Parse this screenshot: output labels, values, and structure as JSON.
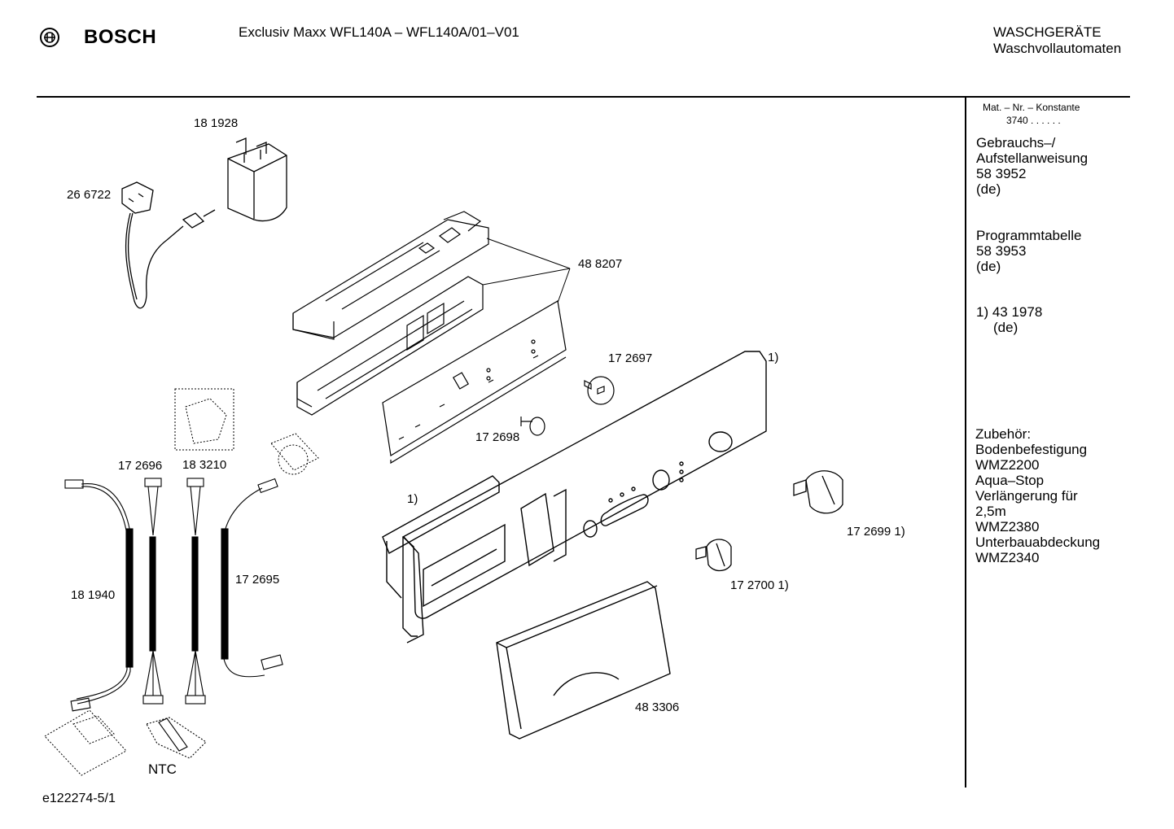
{
  "header": {
    "brand": "BOSCH",
    "model_line": "Exclusiv Maxx WFL140A  – WFL140A/01–V01",
    "category": "WASCHGERÄTE",
    "subcategory": "Waschvollautomaten"
  },
  "sidebar": {
    "mat_label": "Mat. – Nr. – Konstante",
    "mat_value": "3740  .  .   .  .  .  .",
    "manual_title_1": "Gebrauchs–/",
    "manual_title_2": "Aufstellanweisung",
    "manual_number": "58 3952",
    "manual_lang": "(de)",
    "program_title": "Programmtabelle",
    "program_number": "58 3953",
    "program_lang": "(de)",
    "note_number": "1) 43 1978",
    "note_lang": "(de)",
    "accessories": [
      "Zubehör:",
      "Bodenbefestigung",
      "WMZ2200",
      "Aqua–Stop",
      "Verlängerung für",
      "2,5m",
      "WMZ2380",
      "Unterbauabdeckung",
      "WMZ2340"
    ]
  },
  "parts": {
    "p181928": "18 1928",
    "p266722": "26 6722",
    "p488207": "48 8207",
    "p172697": "17 2697",
    "note1_top": "1)",
    "p172698": "17 2698",
    "p172696": "17 2696",
    "p183210": "18 3210",
    "note1_left": "1)",
    "p172699": "17 2699 1)",
    "p172700": "17 2700 1)",
    "p181940": "18 1940",
    "p172695": "17 2695",
    "p483306": "48 3306",
    "ntc": "NTC"
  },
  "footer": {
    "drawing_id": "e122274-5/1"
  }
}
